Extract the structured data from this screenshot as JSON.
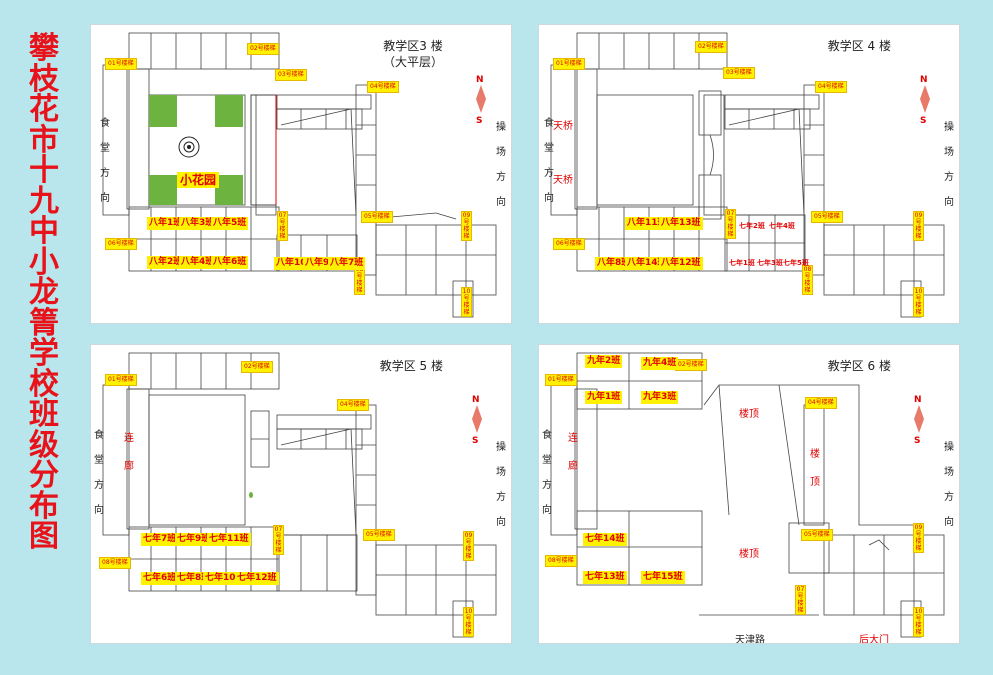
{
  "title": "攀枝花市十九中小龙箐学校班级分布图",
  "common": {
    "canteen": "食堂方向",
    "playground": "操场方向",
    "north": "N",
    "south": "S"
  },
  "panels": {
    "p3": {
      "title": "教学区3 楼",
      "subtitle": "（大平层）",
      "garden": "小花园",
      "stairs": [
        "01号楼梯",
        "02号楼梯",
        "03号楼梯",
        "04号楼梯",
        "05号楼梯",
        "06号楼梯",
        "07号楼梯",
        "08号楼梯",
        "09号楼梯",
        "10号楼梯"
      ],
      "classes": [
        "八年1班",
        "八年3班",
        "八年5班",
        "八年2班",
        "八年4班",
        "八年6班",
        "八年10班",
        "八年9班",
        "八年7班"
      ]
    },
    "p4": {
      "title": "教学区 4 楼",
      "bridges": [
        "天桥",
        "天桥"
      ],
      "stairs": [
        "01号楼梯",
        "02号楼梯",
        "03号楼梯",
        "04号楼梯",
        "05号楼梯",
        "06号楼梯",
        "07号楼梯",
        "08号楼梯",
        "09号楼梯",
        "10号楼梯"
      ],
      "classes": [
        "八年11班",
        "八年13班",
        "八年8班",
        "八年14班",
        "八年12班",
        "七年2班",
        "七年4班",
        "七年1班",
        "七年3班",
        "七年5班"
      ]
    },
    "p5": {
      "title": "教学区 5 楼",
      "corridor": "连廊",
      "stairs": [
        "01号楼梯",
        "02号楼梯",
        "04号楼梯",
        "05号楼梯",
        "07号楼梯",
        "08号楼梯",
        "09号楼梯",
        "10号楼梯"
      ],
      "classes": [
        "七年7班",
        "七年9班",
        "七年11班",
        "七年6班",
        "七年8班",
        "七年10班",
        "七年12班"
      ]
    },
    "p6": {
      "title": "教学区 6 楼",
      "corridor": "连廊",
      "roof": [
        "楼顶",
        "楼顶",
        "楼顶"
      ],
      "road": "天津路",
      "back_gate": "后大门",
      "stairs": [
        "01号楼梯",
        "02号楼梯",
        "04号楼梯",
        "05号楼梯",
        "07号楼梯",
        "08号楼梯",
        "09号楼梯",
        "10号楼梯"
      ],
      "classes": [
        "九年2班",
        "九年4班",
        "九年1班",
        "九年3班",
        "七年14班",
        "七年13班",
        "七年15班"
      ]
    }
  }
}
